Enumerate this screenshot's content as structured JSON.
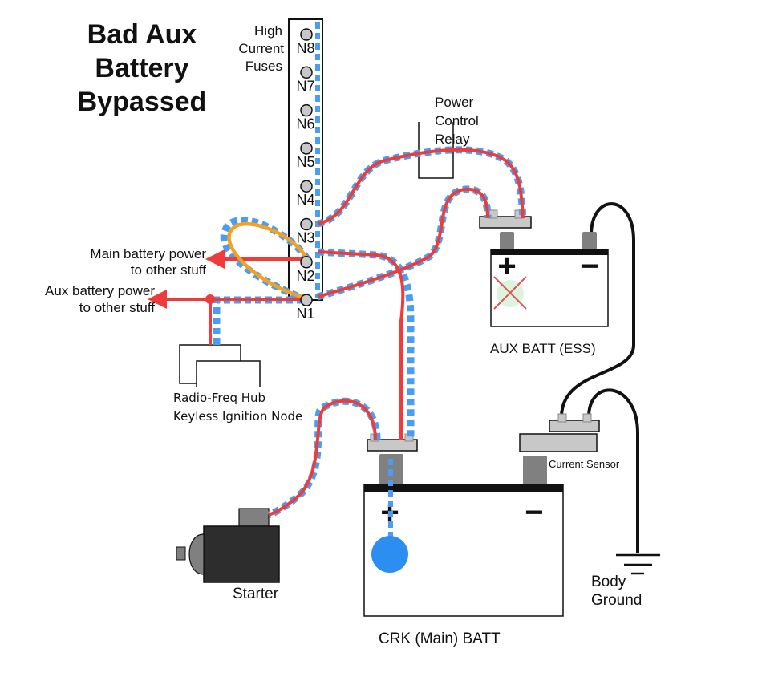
{
  "title": {
    "line1": "Bad Aux",
    "line2": "Battery",
    "line3": "Bypassed"
  },
  "fuse_block": {
    "label_line1": "High",
    "label_line2": "Current",
    "label_line3": "Fuses",
    "nodes": [
      "N8",
      "N7",
      "N6",
      "N5",
      "N4",
      "N3",
      "N2",
      "N1"
    ]
  },
  "relay": {
    "label_line1": "Power",
    "label_line2": "Control",
    "label_line3": "Relay"
  },
  "outputs": {
    "main_line1": "Main battery power",
    "main_line2": "to other stuff",
    "aux_line1": "Aux battery power",
    "aux_line2": "to other stuff"
  },
  "hub": {
    "line1": "Radio-Freq Hub",
    "line2": "Keyless Ignition Node"
  },
  "aux_battery": {
    "label": "AUX BATT (ESS)",
    "plus": "+",
    "minus": "−",
    "status": "failed"
  },
  "main_battery": {
    "label": "CRK (Main) BATT",
    "plus": "+",
    "minus": "−"
  },
  "current_sensor": {
    "label": "Current Sensor"
  },
  "starter": {
    "label": "Starter"
  },
  "ground": {
    "line1": "Body",
    "line2": "Ground"
  },
  "colors": {
    "power_wire": "#ee3b3b",
    "current_flow": "#4a9ef0",
    "bypass_jumper": "#f5a020",
    "ground_wire": "#111111",
    "terminal": "#808080",
    "post": "#c8c8c8",
    "fail_mark": "#e05050",
    "flow_source": "#2b8ef0"
  }
}
